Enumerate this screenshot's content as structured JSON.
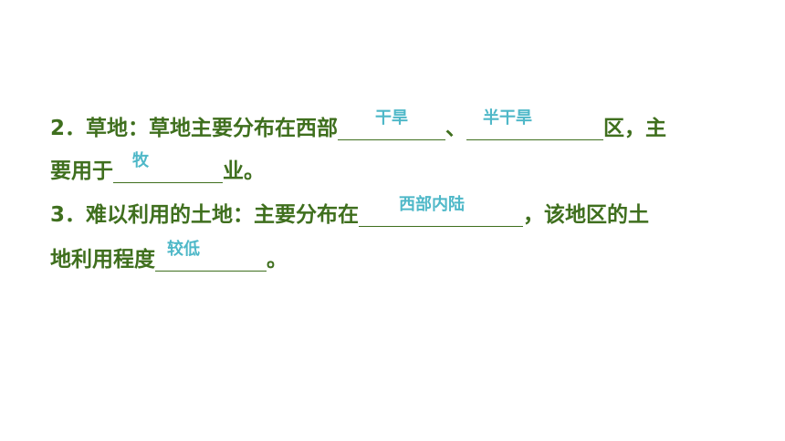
{
  "item2": {
    "line1_prefix": "2．草地：草地主要分布在西部",
    "blank1_answer": "干旱",
    "sep": "、",
    "blank2_answer": "半干旱",
    "line1_suffix": "区，主",
    "line2_prefix": "要用于",
    "blank3_answer": "牧",
    "line2_suffix": "业。"
  },
  "item3": {
    "line1_prefix": "3．难以利用的土地：主要分布在",
    "blank1_answer": "西部内陆",
    "line1_suffix": "，该地区的土",
    "line2_prefix": "地利用程度",
    "blank2_answer": "较低",
    "line2_suffix": "。"
  },
  "colors": {
    "text": "#3f6f1e",
    "answer": "#4fb8c8",
    "background": "#ffffff"
  }
}
